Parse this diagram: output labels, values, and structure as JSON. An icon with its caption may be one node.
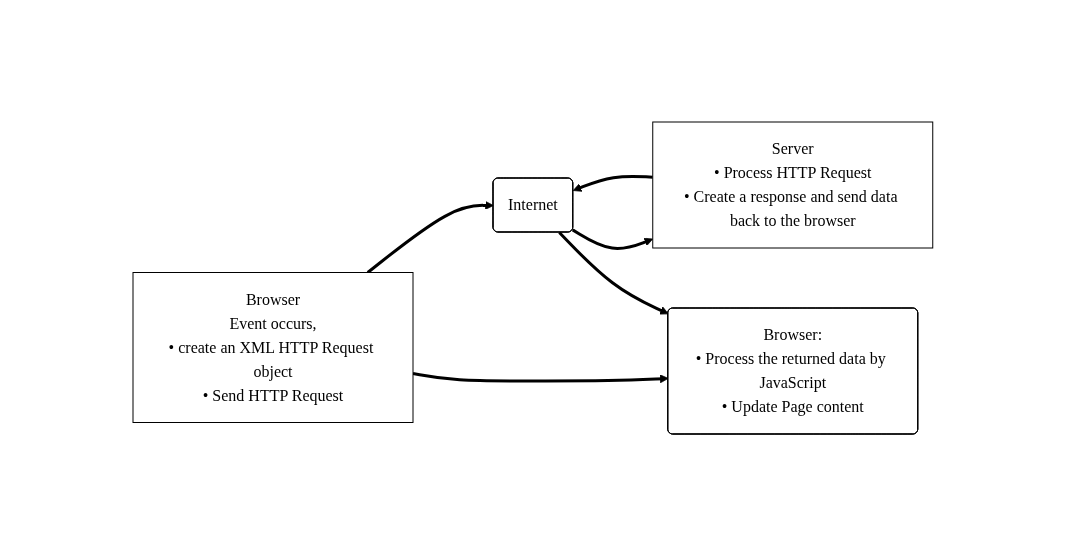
{
  "diagram": {
    "nodes": [
      {
        "text": [
          "Browser",
          "Event occurs,",
          "• create an XML HTTP Request object",
          "• Send HTTP Request"
        ]
      },
      {
        "text": [
          "Internet"
        ]
      },
      {
        "text": [
          "Server",
          "• Process HTTP Request",
          "• Create a response and send data back to the browser"
        ]
      },
      {
        "text": [
          "Browser:",
          "• Process the returned data by JavaScript",
          "• Update Page content"
        ]
      }
    ],
    "edges": [
      {
        "from": 0,
        "to": 1,
        "arrow": "to"
      },
      {
        "from": 1,
        "to": 2,
        "arrow": "to"
      },
      {
        "from": 2,
        "to": 1,
        "arrow": "to"
      },
      {
        "from": 0,
        "to": 3,
        "arrow": "to"
      },
      {
        "from": 1,
        "to": 3,
        "arrow": "to"
      }
    ]
  }
}
